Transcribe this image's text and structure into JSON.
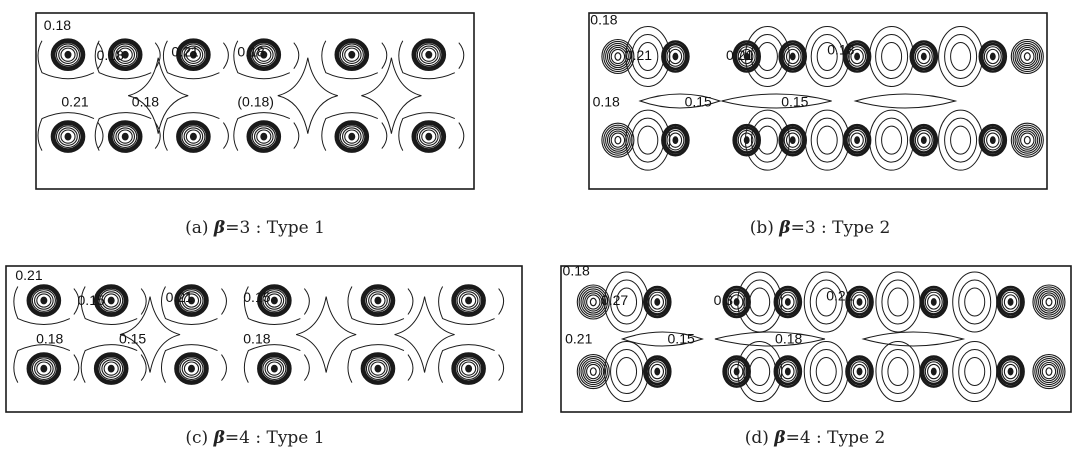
{
  "panels": [
    {
      "id": "a",
      "caption": {
        "prefix": "(a)",
        "beta": "β",
        "rest": "=3 : Type 1"
      },
      "type": 1,
      "labels": [
        "0.18",
        "0.18",
        "0.21",
        "0.18",
        "0.21",
        "0.18",
        "(0.18)"
      ]
    },
    {
      "id": "b",
      "caption": {
        "prefix": "(b)",
        "beta": "β",
        "rest": "=3 : Type 2"
      },
      "type": 2,
      "labels": [
        "0.18",
        "0.21",
        "0.21",
        "0.18",
        "0.18",
        "0.15",
        "0.15"
      ]
    },
    {
      "id": "c",
      "caption": {
        "prefix": "(c)",
        "beta": "β",
        "rest": "=4 : Type 1"
      },
      "type": 1,
      "labels": [
        "0.21",
        "0.15",
        "0.21",
        "0.15",
        "0.18",
        "0.15",
        "0.18"
      ]
    },
    {
      "id": "d",
      "caption": {
        "prefix": "(d)",
        "beta": "β",
        "rest": "=4 : Type 2"
      },
      "type": 2,
      "labels": [
        "0.18",
        "0.27",
        "0.3",
        "0.21",
        "0.21",
        "0.15",
        "0.18"
      ]
    }
  ],
  "colors": {
    "line": "#1a1a1a",
    "background": "#ffffff"
  }
}
